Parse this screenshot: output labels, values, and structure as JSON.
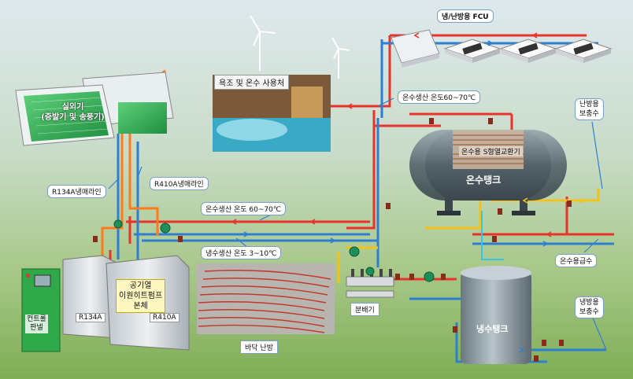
{
  "labels": {
    "fcu": "냉/난방용 FCU",
    "bath_user": "욕조 및 온수 사용처",
    "hot_water_temp_top": "온수생산 온도60~70℃",
    "heating_makeup": "난방용\n보충수",
    "outdoor_unit_line1": "실외기",
    "outdoor_unit_line2": "(증발기 및 송풍기)",
    "hx": "온수용 S형열교환기",
    "hot_tank": "온수탱크",
    "r134a_line": "R134A냉매라인",
    "r410a_line": "R410A냉매라인",
    "hot_water_temp_mid": "온수생산 온도 60~70℃",
    "cold_water_temp": "냉수생산 온도 3~10℃",
    "hot_water_supply": "온수용급수",
    "cooling_makeup": "냉방용\n보충수",
    "distributor": "분배기",
    "cold_tank": "냉수탱크",
    "floor_heating": "바닥 난방",
    "control_panel": "컨트롤\n판넬",
    "r134a": "R134A",
    "r410a": "R410A",
    "main_body": "공기열\n이원히트펌프\n본체"
  },
  "colors": {
    "hot_pipe": "#e8322a",
    "cold_pipe": "#2f7fd0",
    "refrigerant_pipe": "#ff7a1a",
    "yellow_pipe": "#f2c21a",
    "valve": "#8a2a1a",
    "pump": "#1f8f5a"
  }
}
